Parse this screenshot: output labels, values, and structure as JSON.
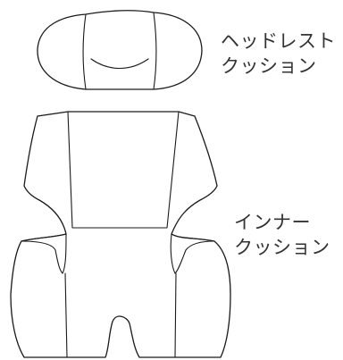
{
  "labels": {
    "headrest_cushion": [
      "ヘッドレスト",
      "クッション"
    ],
    "inner_cushion": [
      "インナー",
      "クッション"
    ]
  },
  "colors": {
    "line": "#1a1a1a",
    "text": "#333333",
    "background": "#ffffff"
  }
}
